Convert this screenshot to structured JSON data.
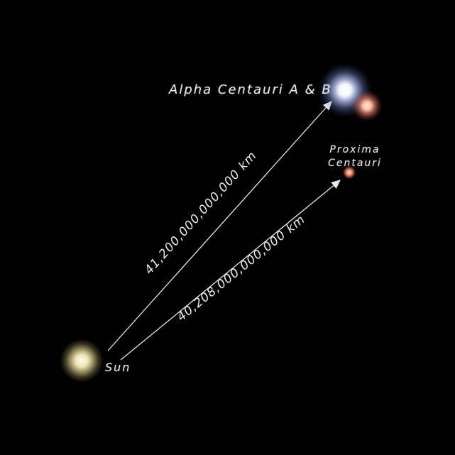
{
  "diagram": {
    "alpha_centauri_label": "Alpha Centauri A & B",
    "proxima_label_line1": "Proxima",
    "proxima_label_line2": "Centauri",
    "sun_label": "Sun",
    "distance_sun_to_alpha_centauri": "41,200,000,000,000 km",
    "distance_sun_to_proxima": "40,208,000,000,000 km",
    "colors": {
      "background": "#000000",
      "text": "#ececec",
      "arrow": "#e8e8e8",
      "alpha_centauri_a": "#ffffff",
      "alpha_centauri_b": "#ffc0a8",
      "proxima_centauri": "#e89078",
      "sun": "#efe6bc"
    }
  }
}
